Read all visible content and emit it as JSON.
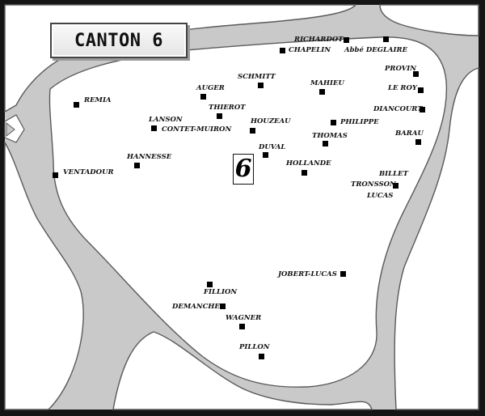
{
  "title": "CANTON 6",
  "canton_number": "6",
  "colors": {
    "road": "#c9c9c9",
    "road_edge": "#5a5a5a",
    "block": "#ffffff",
    "frame": "#151515"
  },
  "markers": [
    {
      "id": "richardot",
      "label": "RICHARDOT"
    },
    {
      "id": "chapelin",
      "label": "CHAPELIN"
    },
    {
      "id": "abbe-deglaire",
      "label": "Abbé DEGLAIRE"
    },
    {
      "id": "provin",
      "label": "PROVIN"
    },
    {
      "id": "le-roy",
      "label": "LE ROY"
    },
    {
      "id": "diancourt",
      "label": "DIANCOURT"
    },
    {
      "id": "barau",
      "label": "BARAU"
    },
    {
      "id": "billet",
      "label": "BILLET"
    },
    {
      "id": "tronsson",
      "label": "TRONSSON"
    },
    {
      "id": "lucas",
      "label": "LUCAS"
    },
    {
      "id": "schmitt",
      "label": "SCHMITT"
    },
    {
      "id": "mahieu",
      "label": "MAHIEU"
    },
    {
      "id": "auger",
      "label": "AUGER"
    },
    {
      "id": "thierot",
      "label": "THIEROT"
    },
    {
      "id": "philippe",
      "label": "PHILIPPE"
    },
    {
      "id": "remia",
      "label": "REMIA"
    },
    {
      "id": "lanson",
      "label": "LANSON"
    },
    {
      "id": "contet-muiron",
      "label": "CONTET-MUIRON"
    },
    {
      "id": "houzeau",
      "label": "HOUZEAU"
    },
    {
      "id": "thomas",
      "label": "THOMAS"
    },
    {
      "id": "duval",
      "label": "DUVAL"
    },
    {
      "id": "hannesse",
      "label": "HANNESSE"
    },
    {
      "id": "hollande",
      "label": "HOLLANDE"
    },
    {
      "id": "ventadour",
      "label": "VENTADOUR"
    },
    {
      "id": "jobert-lucas",
      "label": "JOBERT-LUCAS"
    },
    {
      "id": "fillion",
      "label": "FILLION"
    },
    {
      "id": "demanche",
      "label": "DEMANCHE"
    },
    {
      "id": "wagner",
      "label": "WAGNER"
    },
    {
      "id": "pillon",
      "label": "PILLON"
    }
  ]
}
